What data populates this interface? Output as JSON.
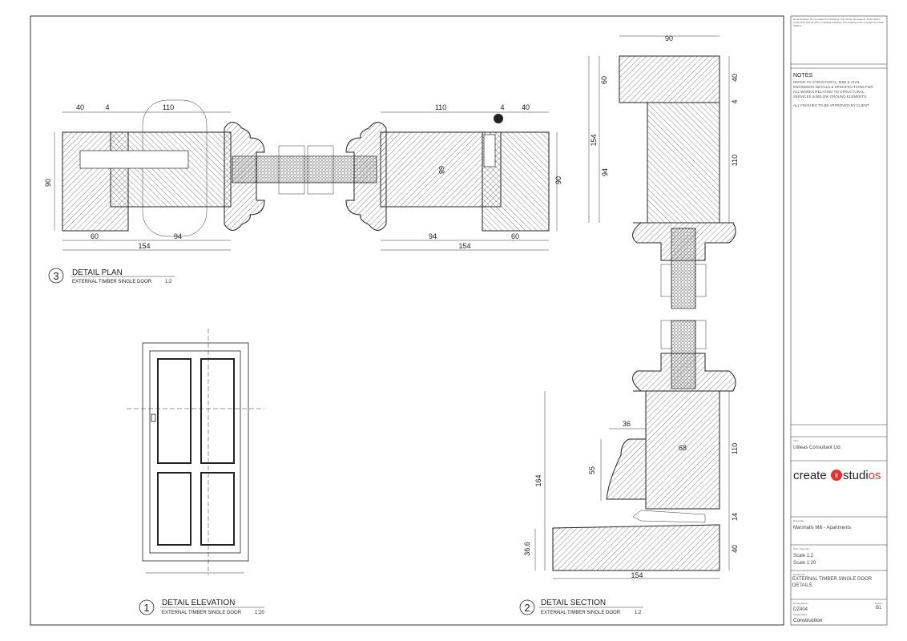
{
  "title_block": {
    "general_notes": "General Notes: Do not scale from drawings. Use written dimensions. To be read in conjunction with all other consultant drawings. This drawing is the copyright of Create Studios.",
    "notes_heading": "NOTES",
    "notes": [
      "REFER TO STRUCTURAL, M&E & CIVIL ENGINEERS DETAILS & SPECIFICATIONS FOR ALL WORKS RELATING TO STRUCTURAL, SERVICES & BELOW GROUND ELEMENTS.",
      "ALL FINISHES TO BE APPROVED BY CLIENT"
    ],
    "client_label": "Client",
    "client": "Utileas Consultant Ltd",
    "logo_left": "create",
    "logo_mid": "it",
    "logo_right": "studi",
    "logo_end": "os",
    "logo_color": "#e8312f",
    "project_label": "Project Title",
    "project": "Marshalls Mill - Apartments",
    "scale_label": "Scale / Sheet Size",
    "scale_1": "Scale 1:2",
    "scale_2": "Scale 1:20",
    "drawing_title_label": "Drawing Title",
    "drawing_title": "EXTERNAL TIMBER SINGLE DOOR DETAILS",
    "drawing_number_label": "Drawing Number",
    "drawing_number": "DZ404",
    "revision_label": "Revision",
    "revision": "B1",
    "status_label": "Drawing Status",
    "status": "Construction"
  },
  "views": {
    "plan": {
      "number": "3",
      "title": "DETAIL PLAN",
      "subtitle": "EXTERNAL TIMBER SINGLE DOOR",
      "scale": "1:2",
      "dims": {
        "l40": "40",
        "l4": "4",
        "l110": "110",
        "l90": "90",
        "l60": "60",
        "l94": "94",
        "l154": "154",
        "r110": "110",
        "r4": "4",
        "r40": "40",
        "r68": "68",
        "r90": "90",
        "r94": "94",
        "r60": "60",
        "r154": "154"
      }
    },
    "elevation": {
      "number": "1",
      "title": "DETAIL ELEVATION",
      "subtitle": "EXTERNAL TIMBER SINGLE DOOR",
      "scale": "1:20"
    },
    "section": {
      "number": "2",
      "title": "DETAIL SECTION",
      "subtitle": "EXTERNAL TIMBER SINGLE DOOR",
      "scale": "1:2",
      "dims": {
        "t90": "90",
        "t60": "60",
        "t40": "40",
        "t4": "4",
        "t154": "154",
        "t94": "94",
        "t110": "110",
        "b36": "36",
        "b68": "68",
        "b55": "55",
        "b164": "164",
        "b110": "110",
        "b14": "14",
        "b40": "40",
        "b366": "36.6",
        "b154": "154"
      }
    }
  }
}
